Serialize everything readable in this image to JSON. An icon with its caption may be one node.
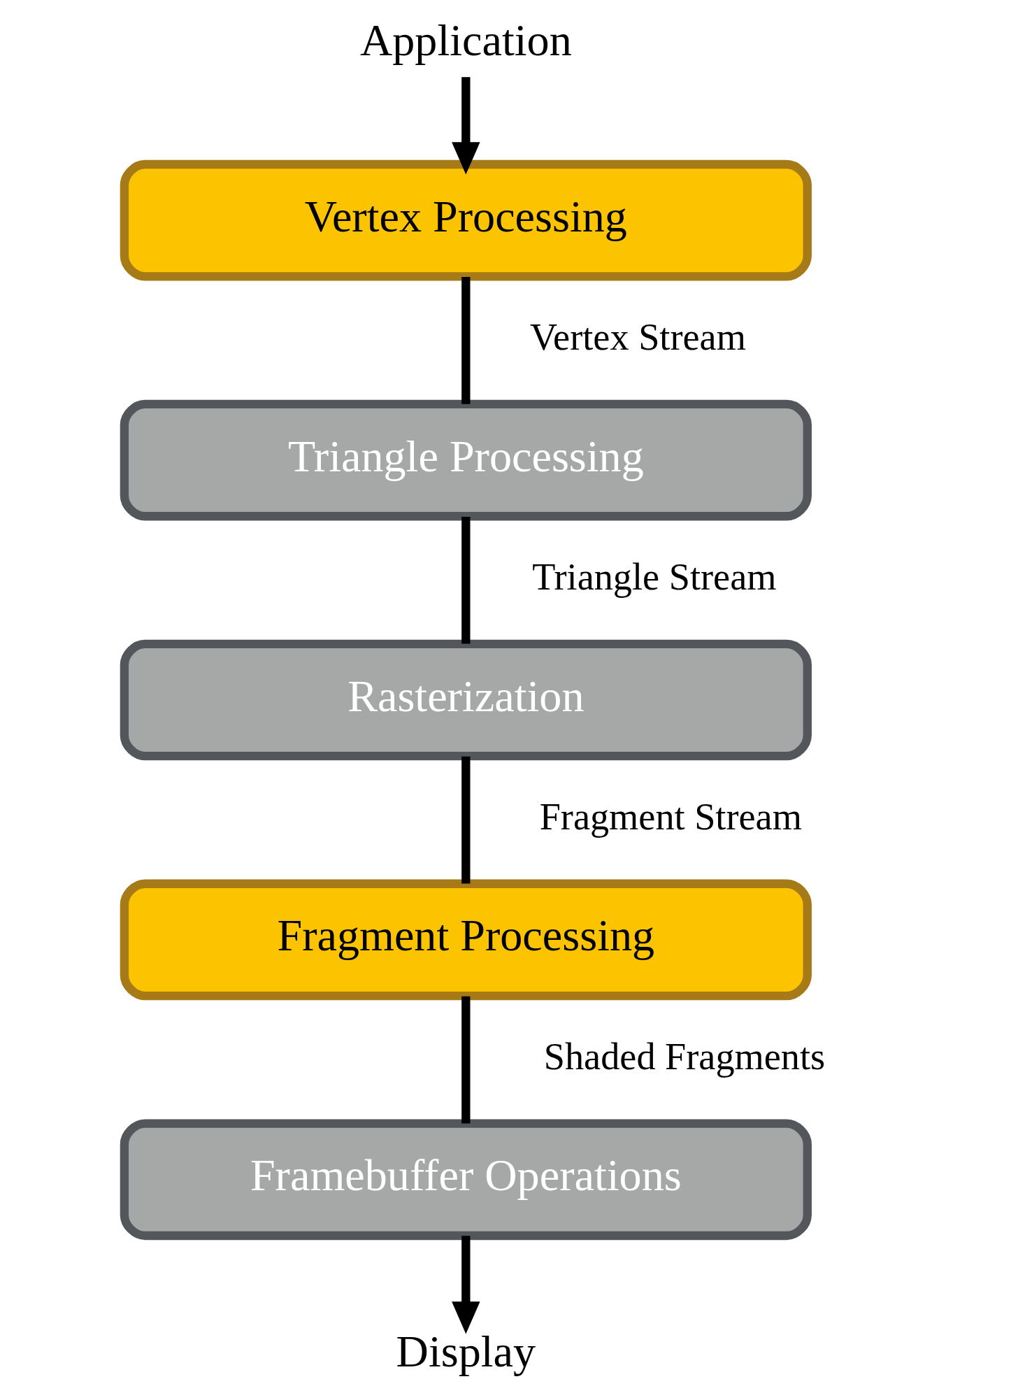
{
  "diagram": {
    "nodes": [
      {
        "text": [
          "Application"
        ]
      },
      {
        "text": [
          "Vertex Processing"
        ]
      },
      {
        "text": [
          "Triangle Processing"
        ]
      },
      {
        "text": [
          "Rasterization"
        ]
      },
      {
        "text": [
          "Fragment Processing"
        ]
      },
      {
        "text": [
          "Framebuffer Operations"
        ]
      },
      {
        "text": [
          "Display"
        ]
      }
    ],
    "edges": [
      {
        "from": 0,
        "to": 1,
        "arrow": "to"
      },
      {
        "from": 1,
        "to": 2,
        "arrow": "none",
        "label": "Vertex Stream"
      },
      {
        "from": 2,
        "to": 3,
        "arrow": "none",
        "label": "Triangle Stream"
      },
      {
        "from": 3,
        "to": 4,
        "arrow": "none",
        "label": "Fragment Stream"
      },
      {
        "from": 4,
        "to": 5,
        "arrow": "none",
        "label": "Shaded Fragments"
      },
      {
        "from": 5,
        "to": 6,
        "arrow": "to"
      }
    ]
  }
}
